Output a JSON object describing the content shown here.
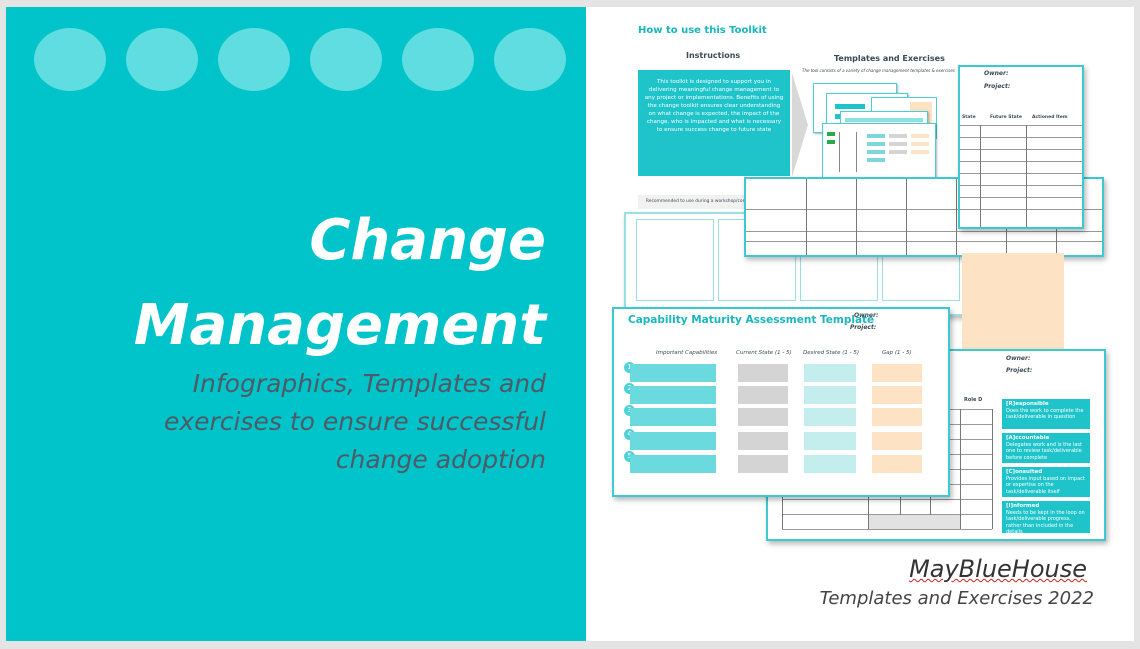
{
  "cover": {
    "title_line1": "Change",
    "title_line2": "Management",
    "subtitle": "Infographics, Templates and exercises to ensure successful change adoption",
    "brand": "MayBlueHouse",
    "footer": "Templates and Exercises 2022"
  },
  "toolkit": {
    "heading": "How to use this Toolkit",
    "instructions_heading": "Instructions",
    "instructions_text": "This toolkit is designed to support you in delivering meaningful change management to any project or implementations. Benefits of using the change toolkit ensures clear understanding on what change is expected, the impact of the change, who is impacted and what is necessary to ensure success change to future state",
    "templates_heading": "Templates and Exercises",
    "templates_subtitle": "The tool consists of a variety of change management templates & exercises",
    "recommendation": "Recommended to use during a workshop/concale session to ensure the necessary stakeholders can provide input and own the change"
  },
  "back_sheet": {
    "owner_label": "Owner:",
    "project_label": "Project:",
    "columns": [
      "State",
      "Future State",
      "Actioned Item"
    ]
  },
  "capability": {
    "title": "Capability Maturity Assessment Template",
    "owner_label": "Owner:",
    "project_label": "Project:",
    "columns": [
      "Important Capabilities",
      "Current State (1 - 5)",
      "Desired State (1 - 5)",
      "Gap (1 - 5)"
    ],
    "row_numbers": [
      "1",
      "2",
      "3",
      "4",
      "5"
    ]
  },
  "raci": {
    "owner_label": "Owner:",
    "project_label": "Project:",
    "role_column": "Role D",
    "items": [
      {
        "title": "[R]esponsible",
        "text": "Does the work to complete the task/deliverable in question"
      },
      {
        "title": "[A]ccountable",
        "text": "Delegates work and is the last one to review task/deliverable before complete"
      },
      {
        "title": "[C]onsulted",
        "text": "Provides input based on impact or expertise on the task/deliverable itself"
      },
      {
        "title": "[I]nformed",
        "text": "Needs to be kept in the loop on task/deliverable progress, rather than included in the details"
      }
    ]
  },
  "colors": {
    "teal": "#00c4c9",
    "teal_light": "#5fdde0",
    "peach": "#fde3c4",
    "grey_bar": "#d4d4d4",
    "mint": "#c4eeee"
  }
}
